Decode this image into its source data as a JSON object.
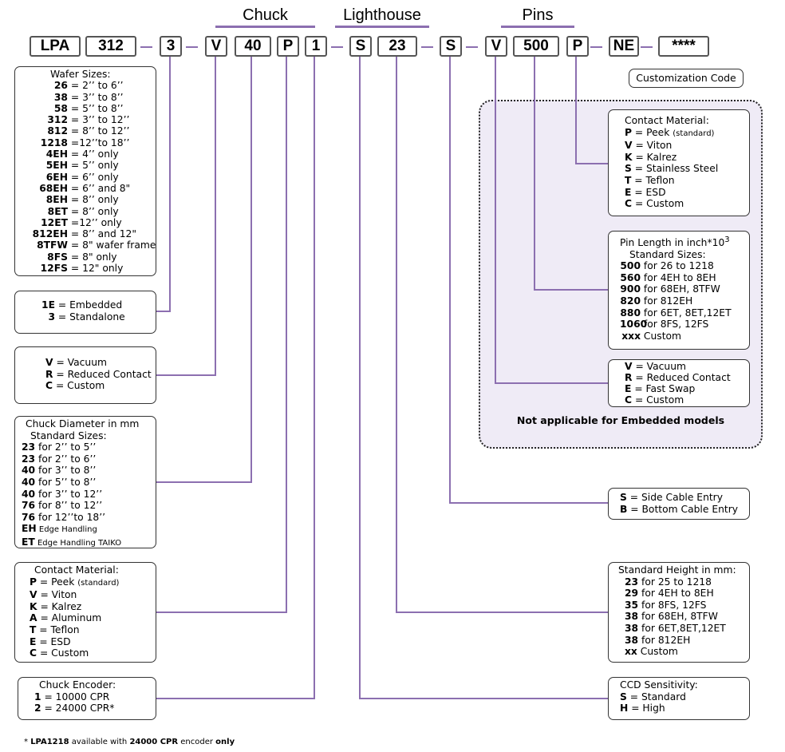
{
  "headers": {
    "chuck": "Chuck",
    "lighthouse": "Lighthouse",
    "pins": "Pins"
  },
  "codes": [
    "LPA",
    "312",
    "3",
    "V",
    "40",
    "P",
    "1",
    "S",
    "23",
    "S",
    "V",
    "500",
    "P",
    "NE",
    "****"
  ],
  "customization_label": "Customization Code",
  "wafer": {
    "title": "Wafer Sizes:",
    "rows": [
      [
        "26",
        " = 2’’ to  6’’"
      ],
      [
        "38",
        " = 3’’ to  8’’"
      ],
      [
        "58",
        " = 5’’ to  8’’"
      ],
      [
        "312",
        " = 3’’ to 12’’"
      ],
      [
        "812",
        " = 8’’ to 12’’"
      ],
      [
        "1218",
        " =12’’to 18’’"
      ],
      [
        "4EH",
        " = 4’’  only"
      ],
      [
        "5EH",
        " = 5’’  only"
      ],
      [
        "6EH",
        " = 6’’  only"
      ],
      [
        "68EH",
        " = 6’’  and 8\""
      ],
      [
        "8EH",
        " = 8’’  only"
      ],
      [
        "8ET",
        " = 8’’  only"
      ],
      [
        "12ET",
        " =12’’ only"
      ],
      [
        "812EH",
        " = 8’’ and 12\""
      ],
      [
        "8TFW",
        " = 8\" wafer frame"
      ],
      [
        "8FS",
        " = 8\" only"
      ],
      [
        "12FS",
        " = 12\" only"
      ]
    ]
  },
  "embedded": {
    "rows": [
      [
        "1E",
        " = Embedded"
      ],
      [
        "3",
        " = Standalone"
      ]
    ]
  },
  "vacuum_left": {
    "rows": [
      [
        "V",
        " = Vacuum"
      ],
      [
        "R",
        " = Reduced Contact"
      ],
      [
        "C",
        " = Custom"
      ]
    ]
  },
  "diameter": {
    "title": "Chuck Diameter in mm",
    "subtitle": "Standard Sizes:",
    "rows": [
      [
        "23",
        " for 2’’ to  5’’"
      ],
      [
        "23",
        " for 2’’ to  6’’"
      ],
      [
        "40",
        " for 3’’ to  8’’"
      ],
      [
        "40",
        " for 5’’ to  8’’"
      ],
      [
        "40",
        " for 3’’ to  12’’"
      ],
      [
        "76",
        " for 8’’ to 12’’"
      ],
      [
        "76",
        " for 12’’to 18’’"
      ],
      [
        "EH",
        " Edge Handling"
      ],
      [
        "ET",
        " Edge Handling TAIKO"
      ]
    ]
  },
  "contact_left": {
    "title": "Contact Material:",
    "rows": [
      [
        "P",
        " = Peek ",
        "(standard)"
      ],
      [
        "V",
        " = Viton",
        ""
      ],
      [
        "K",
        " = Kalrez",
        ""
      ],
      [
        "A",
        " = Aluminum",
        ""
      ],
      [
        "T",
        " = Teflon",
        ""
      ],
      [
        "E",
        " = ESD",
        ""
      ],
      [
        "C",
        " = Custom",
        ""
      ]
    ]
  },
  "encoder": {
    "title": "Chuck Encoder:",
    "rows": [
      [
        "1",
        " = 10000 CPR"
      ],
      [
        "2",
        " = 24000 CPR*"
      ]
    ]
  },
  "contact_right": {
    "title": "Contact Material:",
    "rows": [
      [
        "P",
        " = Peek ",
        "(standard)"
      ],
      [
        "V",
        " = Viton",
        ""
      ],
      [
        "K",
        " = Kalrez",
        ""
      ],
      [
        "S",
        " = Stainless Steel",
        ""
      ],
      [
        "T",
        " = Teflon",
        ""
      ],
      [
        "E",
        " = ESD",
        ""
      ],
      [
        "C",
        " = Custom",
        ""
      ]
    ]
  },
  "pin_length": {
    "title": "Pin Length in inch*10",
    "title_sup": "3",
    "subtitle": "Standard Sizes:",
    "rows": [
      [
        "500",
        " for 26 to  1218"
      ],
      [
        "560",
        " for 4EH to 8EH"
      ],
      [
        "900",
        " for 68EH, 8TFW"
      ],
      [
        "820",
        " for 812EH"
      ],
      [
        "880",
        " for 6ET, 8ET,12ET"
      ],
      [
        "1060",
        " for 8FS, 12FS"
      ],
      [
        "xxx",
        " Custom"
      ]
    ]
  },
  "vacuum_right": {
    "rows": [
      [
        "V",
        " = Vacuum"
      ],
      [
        "R",
        " = Reduced Contact"
      ],
      [
        "E",
        " = Fast Swap"
      ],
      [
        "C",
        " = Custom"
      ]
    ]
  },
  "not_applicable": "Not applicable for Embedded models",
  "cable": {
    "rows": [
      [
        "S",
        " = Side Cable Entry"
      ],
      [
        "B",
        " = Bottom Cable Entry"
      ]
    ]
  },
  "height": {
    "title": "Standard Height in mm:",
    "rows": [
      [
        "23",
        " for 25 to 1218"
      ],
      [
        "29",
        " for 4EH to 8EH"
      ],
      [
        "35",
        " for 8FS, 12FS"
      ],
      [
        "38",
        " for 68EH, 8TFW"
      ],
      [
        "38",
        " for 6ET,8ET,12ET"
      ],
      [
        "38",
        " for 812EH"
      ],
      [
        "xx",
        " Custom"
      ]
    ]
  },
  "ccd": {
    "title": "CCD Sensitivity:",
    "rows": [
      [
        "S",
        " = Standard"
      ],
      [
        "H",
        " = High"
      ]
    ]
  },
  "footnote": {
    "star": "* ",
    "a": "LPA1218",
    "b": " available with ",
    "c": "24000 CPR",
    "d": " encoder ",
    "e": "only"
  },
  "colors": {
    "accent": "#8c6fb0",
    "ghost_fill": "#efebf6"
  }
}
